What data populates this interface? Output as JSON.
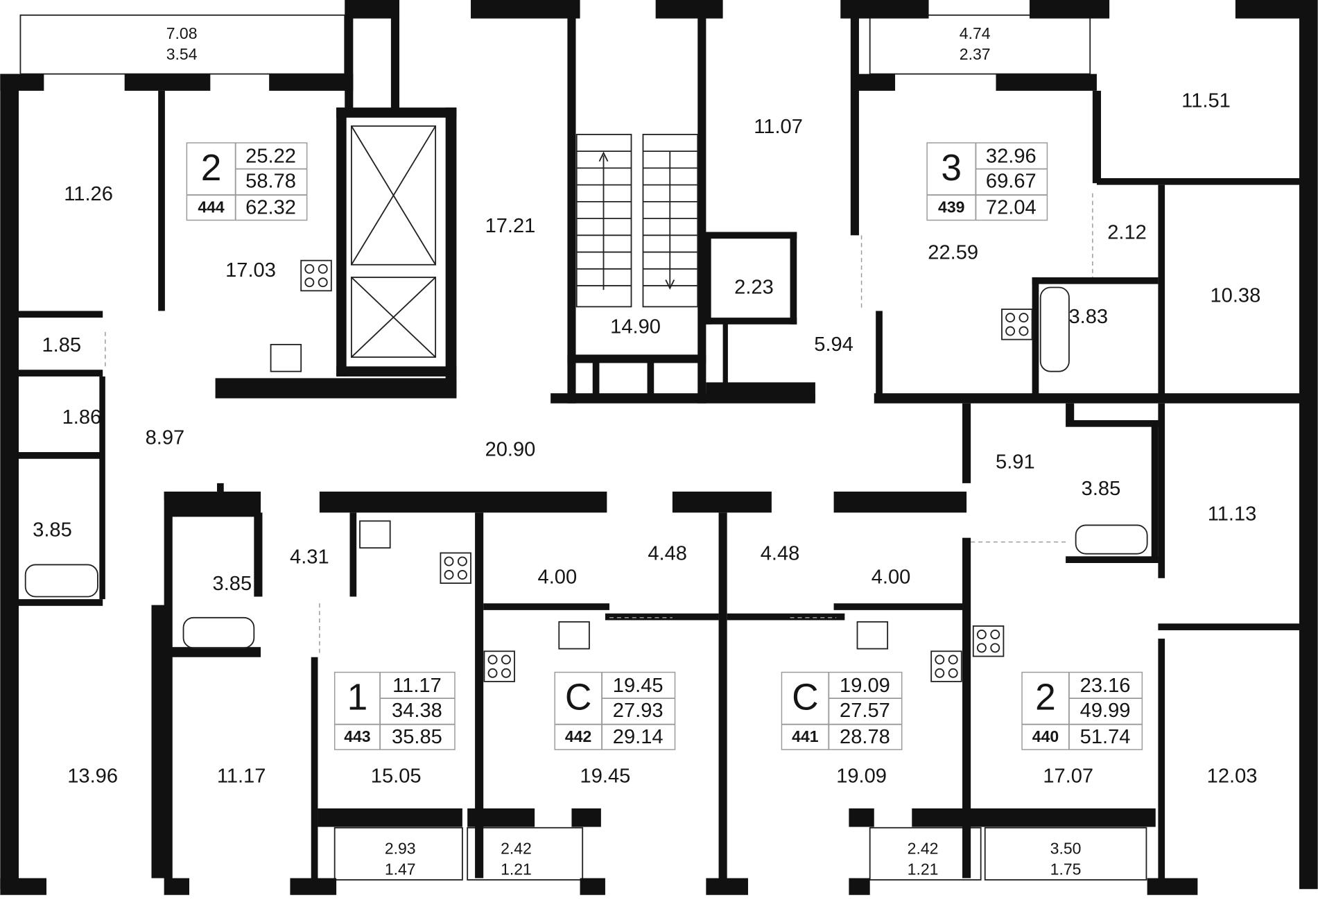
{
  "rooms": [
    "11.26",
    "17.03",
    "1.85",
    "1.86",
    "8.97",
    "3.85",
    "17.21",
    "14.90",
    "11.07",
    "2.23",
    "5.94",
    "22.59",
    "11.51",
    "2.12",
    "3.83",
    "10.38",
    "20.90",
    "5.91",
    "3.85",
    "11.13",
    "3.85",
    "4.31",
    "4.00",
    "4.48",
    "4.48",
    "4.00",
    "13.96",
    "11.17",
    "15.05",
    "19.45",
    "19.09",
    "17.07",
    "12.03"
  ],
  "balconies": [
    {
      "area": "7.08",
      "reduced": "3.54"
    },
    {
      "area": "4.74",
      "reduced": "2.37"
    },
    {
      "area": "2.93",
      "reduced": "1.47"
    },
    {
      "area": "2.42",
      "reduced": "1.21"
    },
    {
      "area": "2.42",
      "reduced": "1.21"
    },
    {
      "area": "3.50",
      "reduced": "1.75"
    }
  ],
  "apartments": [
    {
      "rooms": "2",
      "number": "444",
      "living": "25.22",
      "total": "58.78",
      "total_with_balcony": "62.32"
    },
    {
      "rooms": "3",
      "number": "439",
      "living": "32.96",
      "total": "69.67",
      "total_with_balcony": "72.04"
    },
    {
      "rooms": "1",
      "number": "443",
      "living": "11.17",
      "total": "34.38",
      "total_with_balcony": "35.85"
    },
    {
      "rooms": "C",
      "number": "442",
      "living": "19.45",
      "total": "27.93",
      "total_with_balcony": "29.14"
    },
    {
      "rooms": "C",
      "number": "441",
      "living": "19.09",
      "total": "27.57",
      "total_with_balcony": "28.78"
    },
    {
      "rooms": "2",
      "number": "440",
      "living": "23.16",
      "total": "49.99",
      "total_with_balcony": "51.74"
    }
  ]
}
